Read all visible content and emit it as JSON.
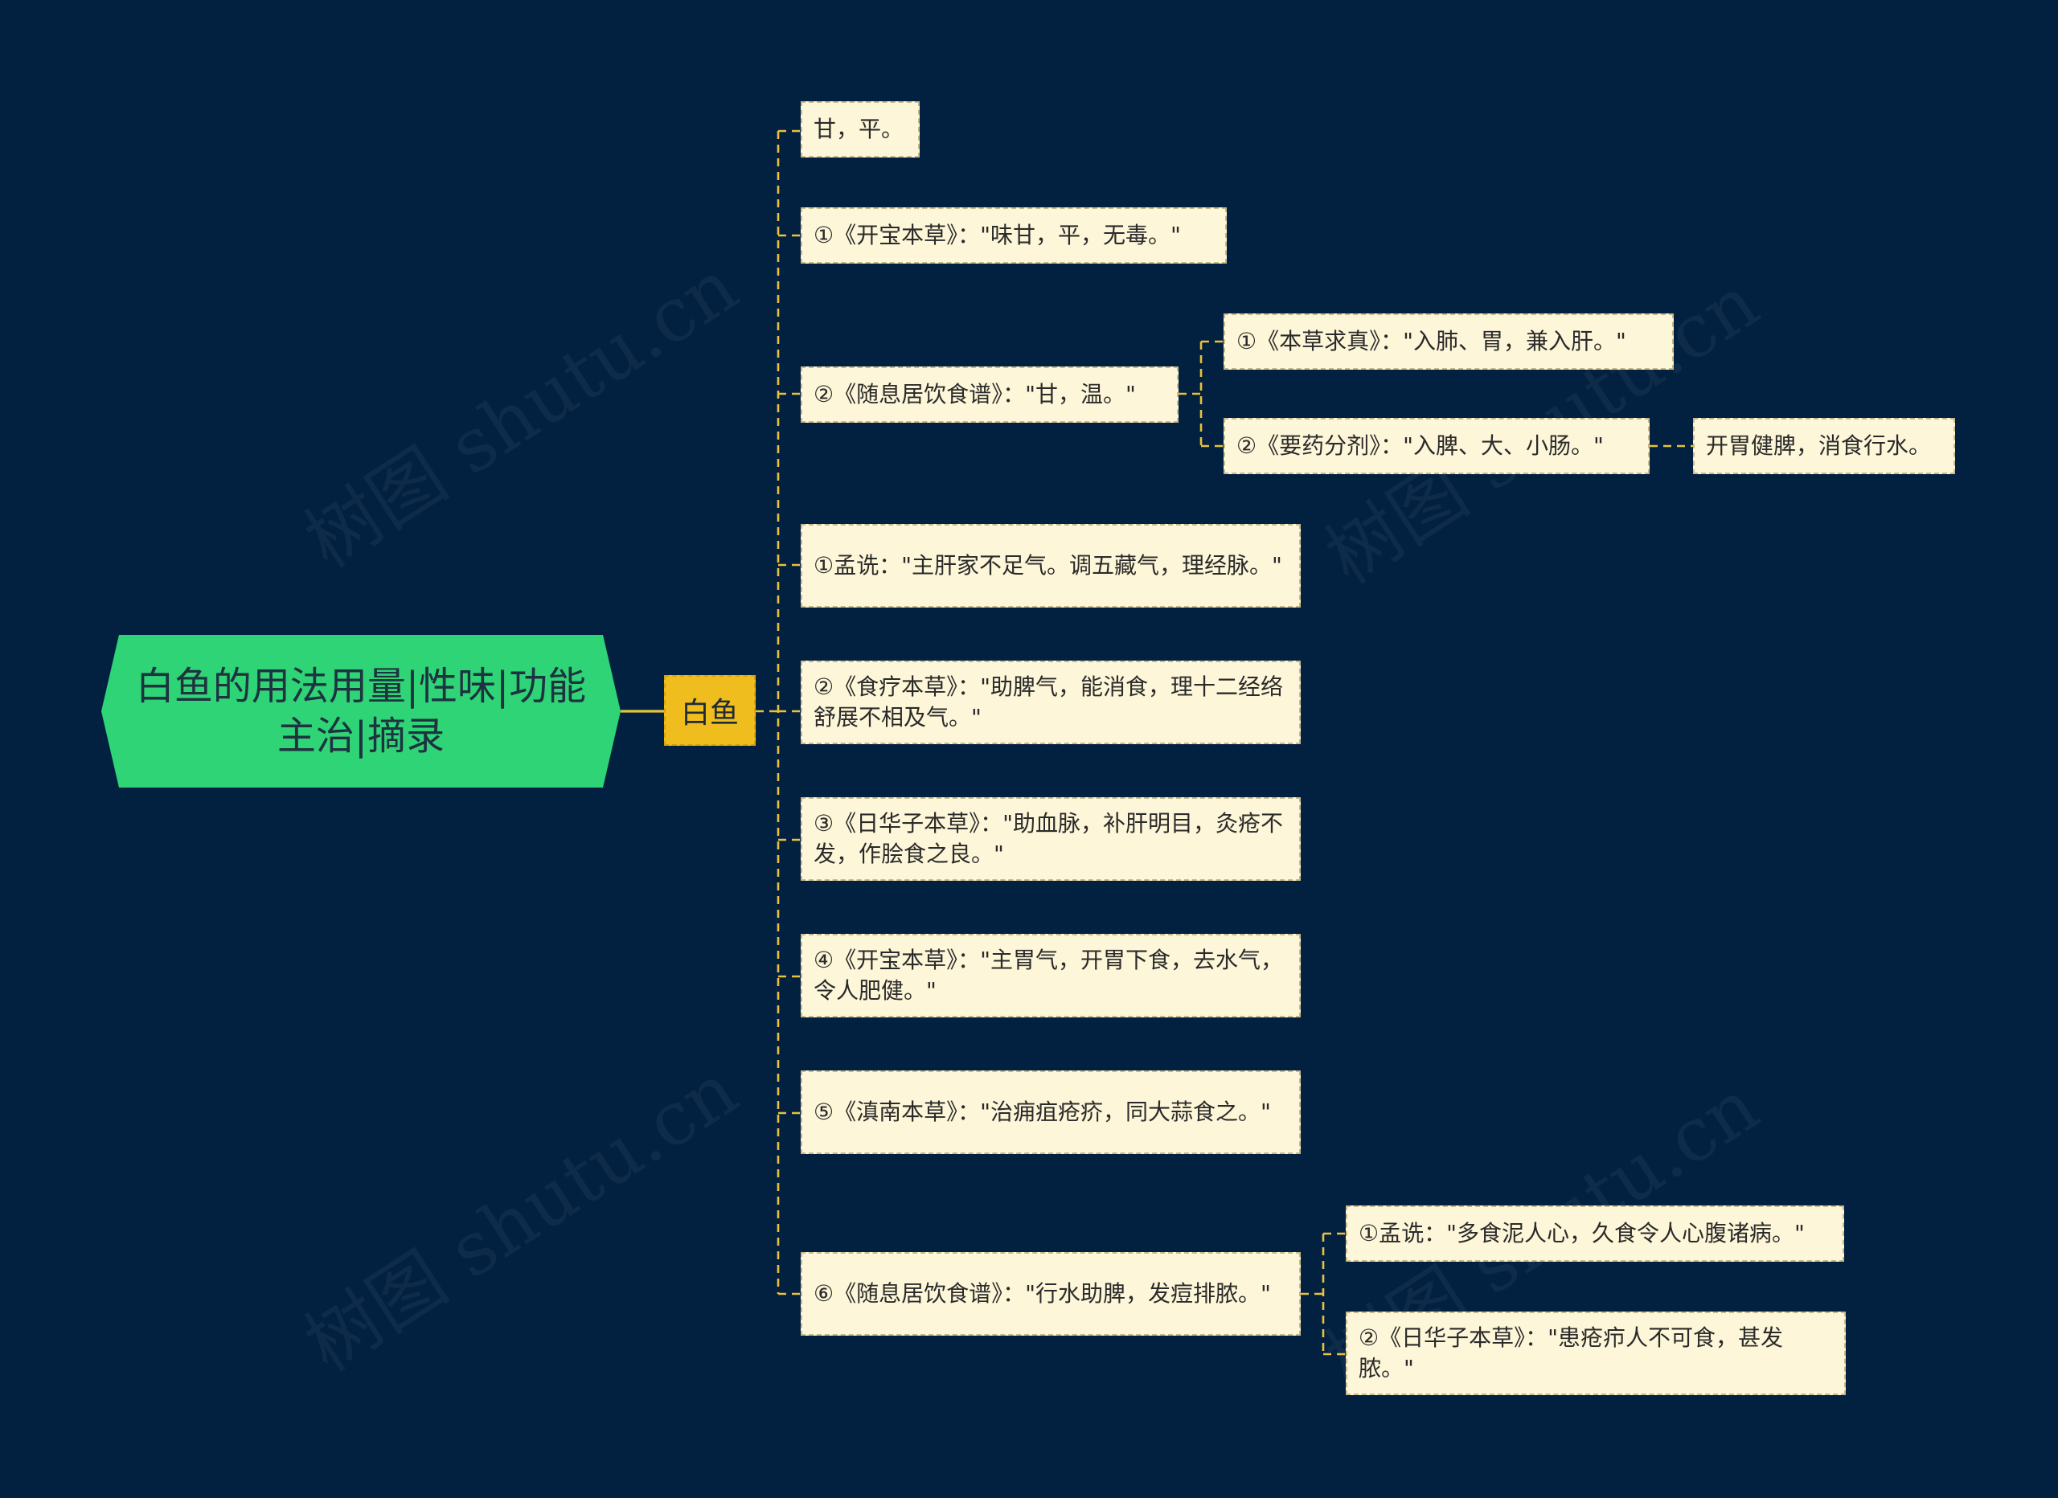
{
  "root": {
    "label": "白鱼的用法用量|性味|功能主治|摘录"
  },
  "center": {
    "label": "白鱼"
  },
  "branches": {
    "n1": "甘，平。",
    "n2": "①《开宝本草》：\"味甘，平，无毒。\"",
    "n3": "②《随息居饮食谱》：\"甘，温。\"",
    "n3a": "①《本草求真》：\"入肺、胃，兼入肝。\"",
    "n3b": "②《要药分剂》：\"入脾、大、小肠。\"",
    "n3b1": "开胃健脾，消食行水。",
    "n4": "①孟诜：\"主肝家不足气。调五藏气，理经脉。\"",
    "n5": "②《食疗本草》：\"助脾气，能消食，理十二经络舒展不相及气。\"",
    "n6": "③《日华子本草》：\"助血脉，补肝明目，灸疮不发，作脍食之良。\"",
    "n7": "④《开宝本草》：\"主胃气，开胃下食，去水气，令人肥健。\"",
    "n8": "⑤《滇南本草》：\"治痈疽疮疥，同大蒜食之。\"",
    "n9": "⑥《随息居饮食谱》：\"行水助脾，发痘排脓。\"",
    "n9a": "①孟诜：\"多食泥人心，久食令人心腹诸病。\"",
    "n9b": "②《日华子本草》：\"患疮疖人不可食，甚发脓。\""
  },
  "watermark": {
    "text": "树图 shutu.cn"
  },
  "colors": {
    "background": "#022040",
    "root": "#2ed475",
    "center": "#efbd1d",
    "leaf": "#fdf6d8",
    "connector": "#e9c23b"
  }
}
